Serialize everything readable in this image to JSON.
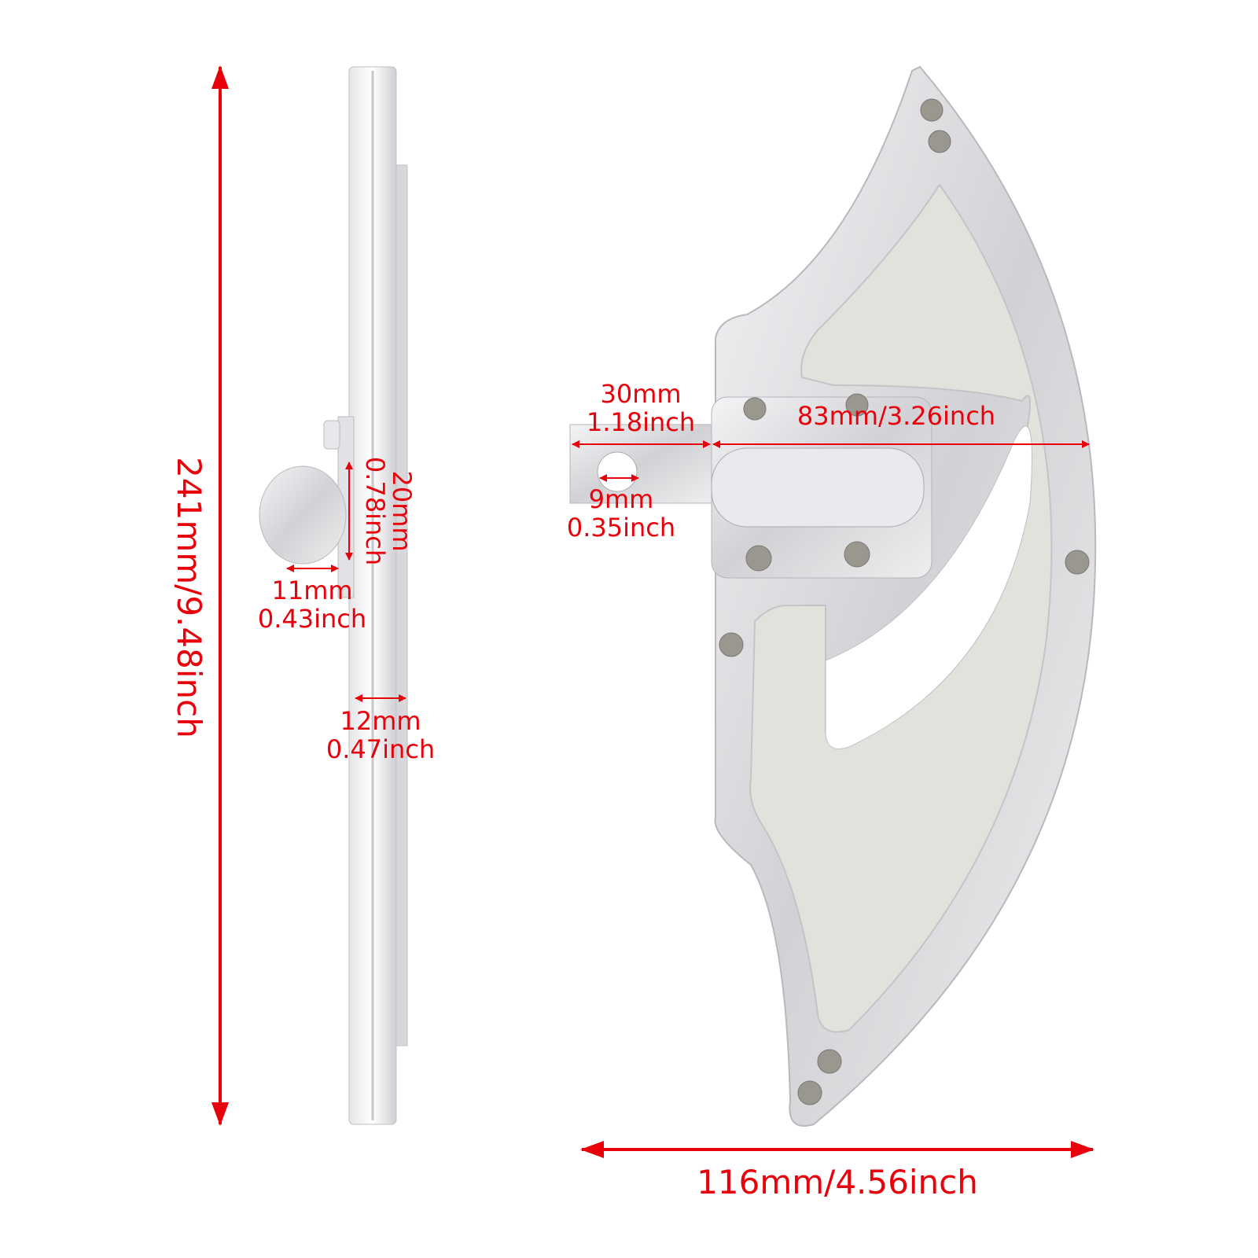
{
  "colors": {
    "dimension": "#e8000b",
    "metal": "#d9d9dc",
    "background": "#ffffff"
  },
  "dimensions": {
    "height": "241mm/9.48inch",
    "knob_height": {
      "mm": "20mm",
      "inch": "0.78inch"
    },
    "knob_depth": {
      "mm": "11mm",
      "inch": "0.43inch"
    },
    "plate_thickness": {
      "mm": "12mm",
      "inch": "0.47inch"
    },
    "mount_length": {
      "mm": "30mm",
      "inch": "1.18inch"
    },
    "hole": {
      "mm": "9mm",
      "inch": "0.35inch"
    },
    "blade_reach": "83mm/3.26inch",
    "width": "116mm/4.56inch"
  }
}
